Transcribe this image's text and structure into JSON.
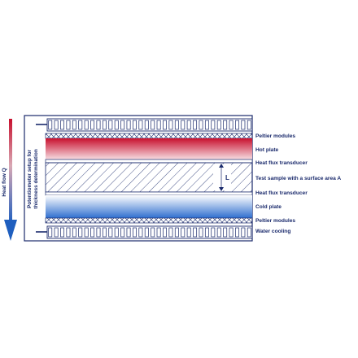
{
  "heat_flow_label": "Heat flow Q",
  "potentiometer_label": [
    "Potentiometer setup for",
    "thickness determination"
  ],
  "thickness_symbol": "L",
  "layers": [
    {
      "label": "Peltier modules"
    },
    {
      "label": "Hot plate"
    },
    {
      "label": "Heat flux transducer"
    },
    {
      "label": "Test sample with a surface area A"
    },
    {
      "label": "Heat flux transducer"
    },
    {
      "label": "Cold plate"
    },
    {
      "label": "Peltier modules"
    },
    {
      "label": "Water cooling"
    }
  ],
  "colors": {
    "frame": "#1a2a6c",
    "hot": "#c8102e",
    "cold": "#1f5fbf",
    "text": "#1a2a6c"
  }
}
